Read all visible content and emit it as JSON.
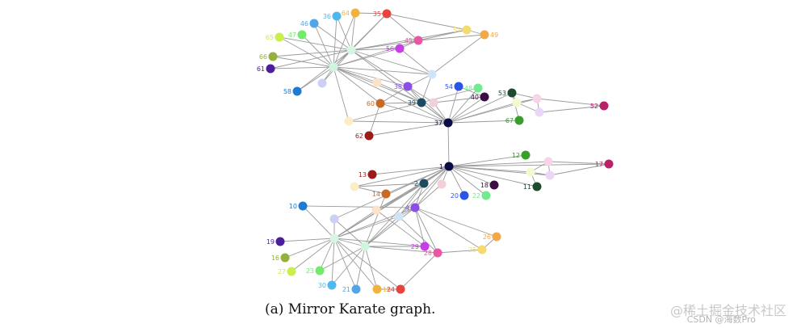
{
  "caption": "(a) Mirror Karate graph.",
  "watermark": "@稀土掘金技术社区",
  "watermark_sub": "CSDN @海数Pro",
  "graph": {
    "nodes": [
      {
        "id": "35",
        "color": "#e8433f"
      },
      {
        "id": "64",
        "color": "#f2b33c"
      },
      {
        "id": "36",
        "color": "#4db9ee"
      },
      {
        "id": "46",
        "color": "#52a5e8"
      },
      {
        "id": "47",
        "color": "#72ea6a"
      },
      {
        "id": "65",
        "color": "#c8ef4a"
      },
      {
        "id": "66",
        "color": "#93b13b"
      },
      {
        "id": "61",
        "color": "#4b1f9a"
      },
      {
        "id": "58",
        "color": "#1f7ad2"
      },
      {
        "id": "",
        "color": "#cdd0f5"
      },
      {
        "id": "",
        "color": "#d6f6e4"
      },
      {
        "id": "",
        "color": "#cdf6dd"
      },
      {
        "id": "45",
        "color": "#e856a5"
      },
      {
        "id": "56",
        "color": "#c53ee6"
      },
      {
        "id": "57",
        "color": "#f2dc70"
      },
      {
        "id": "49",
        "color": "#f2a94a"
      },
      {
        "id": "",
        "color": "#cfe5f7"
      },
      {
        "id": "",
        "color": "#fbe2c9"
      },
      {
        "id": "38",
        "color": "#8b4ce8"
      },
      {
        "id": "54",
        "color": "#2a55e8"
      },
      {
        "id": "48",
        "color": "#72ea8e"
      },
      {
        "id": "40",
        "color": "#3c0c45"
      },
      {
        "id": "39",
        "color": "#1b4b62"
      },
      {
        "id": "",
        "color": "#f3cfd7"
      },
      {
        "id": "60",
        "color": "#c86a24"
      },
      {
        "id": "",
        "color": "#fbeec7"
      },
      {
        "id": "62",
        "color": "#9b1b1b"
      },
      {
        "id": "37",
        "color": "#0b0c47"
      },
      {
        "id": "53",
        "color": "#1c4c2b"
      },
      {
        "id": "",
        "color": "#f6f8cf"
      },
      {
        "id": "",
        "color": "#f7d4e8"
      },
      {
        "id": "",
        "color": "#ecd6f7"
      },
      {
        "id": "52",
        "color": "#b8226a"
      },
      {
        "id": "67",
        "color": "#3a9e2d"
      },
      {
        "id": "1",
        "color": "#0b0c47"
      },
      {
        "id": "12",
        "color": "#3a9e2d"
      },
      {
        "id": "",
        "color": "#f7d4e8"
      },
      {
        "id": "17",
        "color": "#b8226a"
      },
      {
        "id": "",
        "color": "#f6f8cf"
      },
      {
        "id": "",
        "color": "#ecd6f7"
      },
      {
        "id": "11",
        "color": "#1c4c2b"
      },
      {
        "id": "13",
        "color": "#9b1b1b"
      },
      {
        "id": "",
        "color": "#fbeec7"
      },
      {
        "id": "14",
        "color": "#c86a24"
      },
      {
        "id": "2",
        "color": "#1b4b62"
      },
      {
        "id": "",
        "color": "#f3cfd7"
      },
      {
        "id": "18",
        "color": "#3c0c45"
      },
      {
        "id": "20",
        "color": "#2a55e8"
      },
      {
        "id": "22",
        "color": "#72ea8e"
      },
      {
        "id": "10",
        "color": "#1f7ad2"
      },
      {
        "id": "",
        "color": "#cdd0f5"
      },
      {
        "id": "",
        "color": "#fbe2c9"
      },
      {
        "id": "",
        "color": "#cfe5f7"
      },
      {
        "id": "4",
        "color": "#8b4ce8"
      },
      {
        "id": "",
        "color": "#d6f6e4"
      },
      {
        "id": "",
        "color": "#cdf6dd"
      },
      {
        "id": "19",
        "color": "#4b1f9a"
      },
      {
        "id": "16",
        "color": "#93b13b"
      },
      {
        "id": "27",
        "color": "#c8ef4a"
      },
      {
        "id": "23",
        "color": "#72ea6a"
      },
      {
        "id": "30",
        "color": "#4db9ee"
      },
      {
        "id": "21",
        "color": "#52a5e8"
      },
      {
        "id": "15",
        "color": "#f2b33c"
      },
      {
        "id": "24",
        "color": "#e8433f"
      },
      {
        "id": "29",
        "color": "#c53ee6"
      },
      {
        "id": "28",
        "color": "#e856a5"
      },
      {
        "id": "26",
        "color": "#f2a94a"
      },
      {
        "id": "25",
        "color": "#f2dc70"
      }
    ]
  }
}
